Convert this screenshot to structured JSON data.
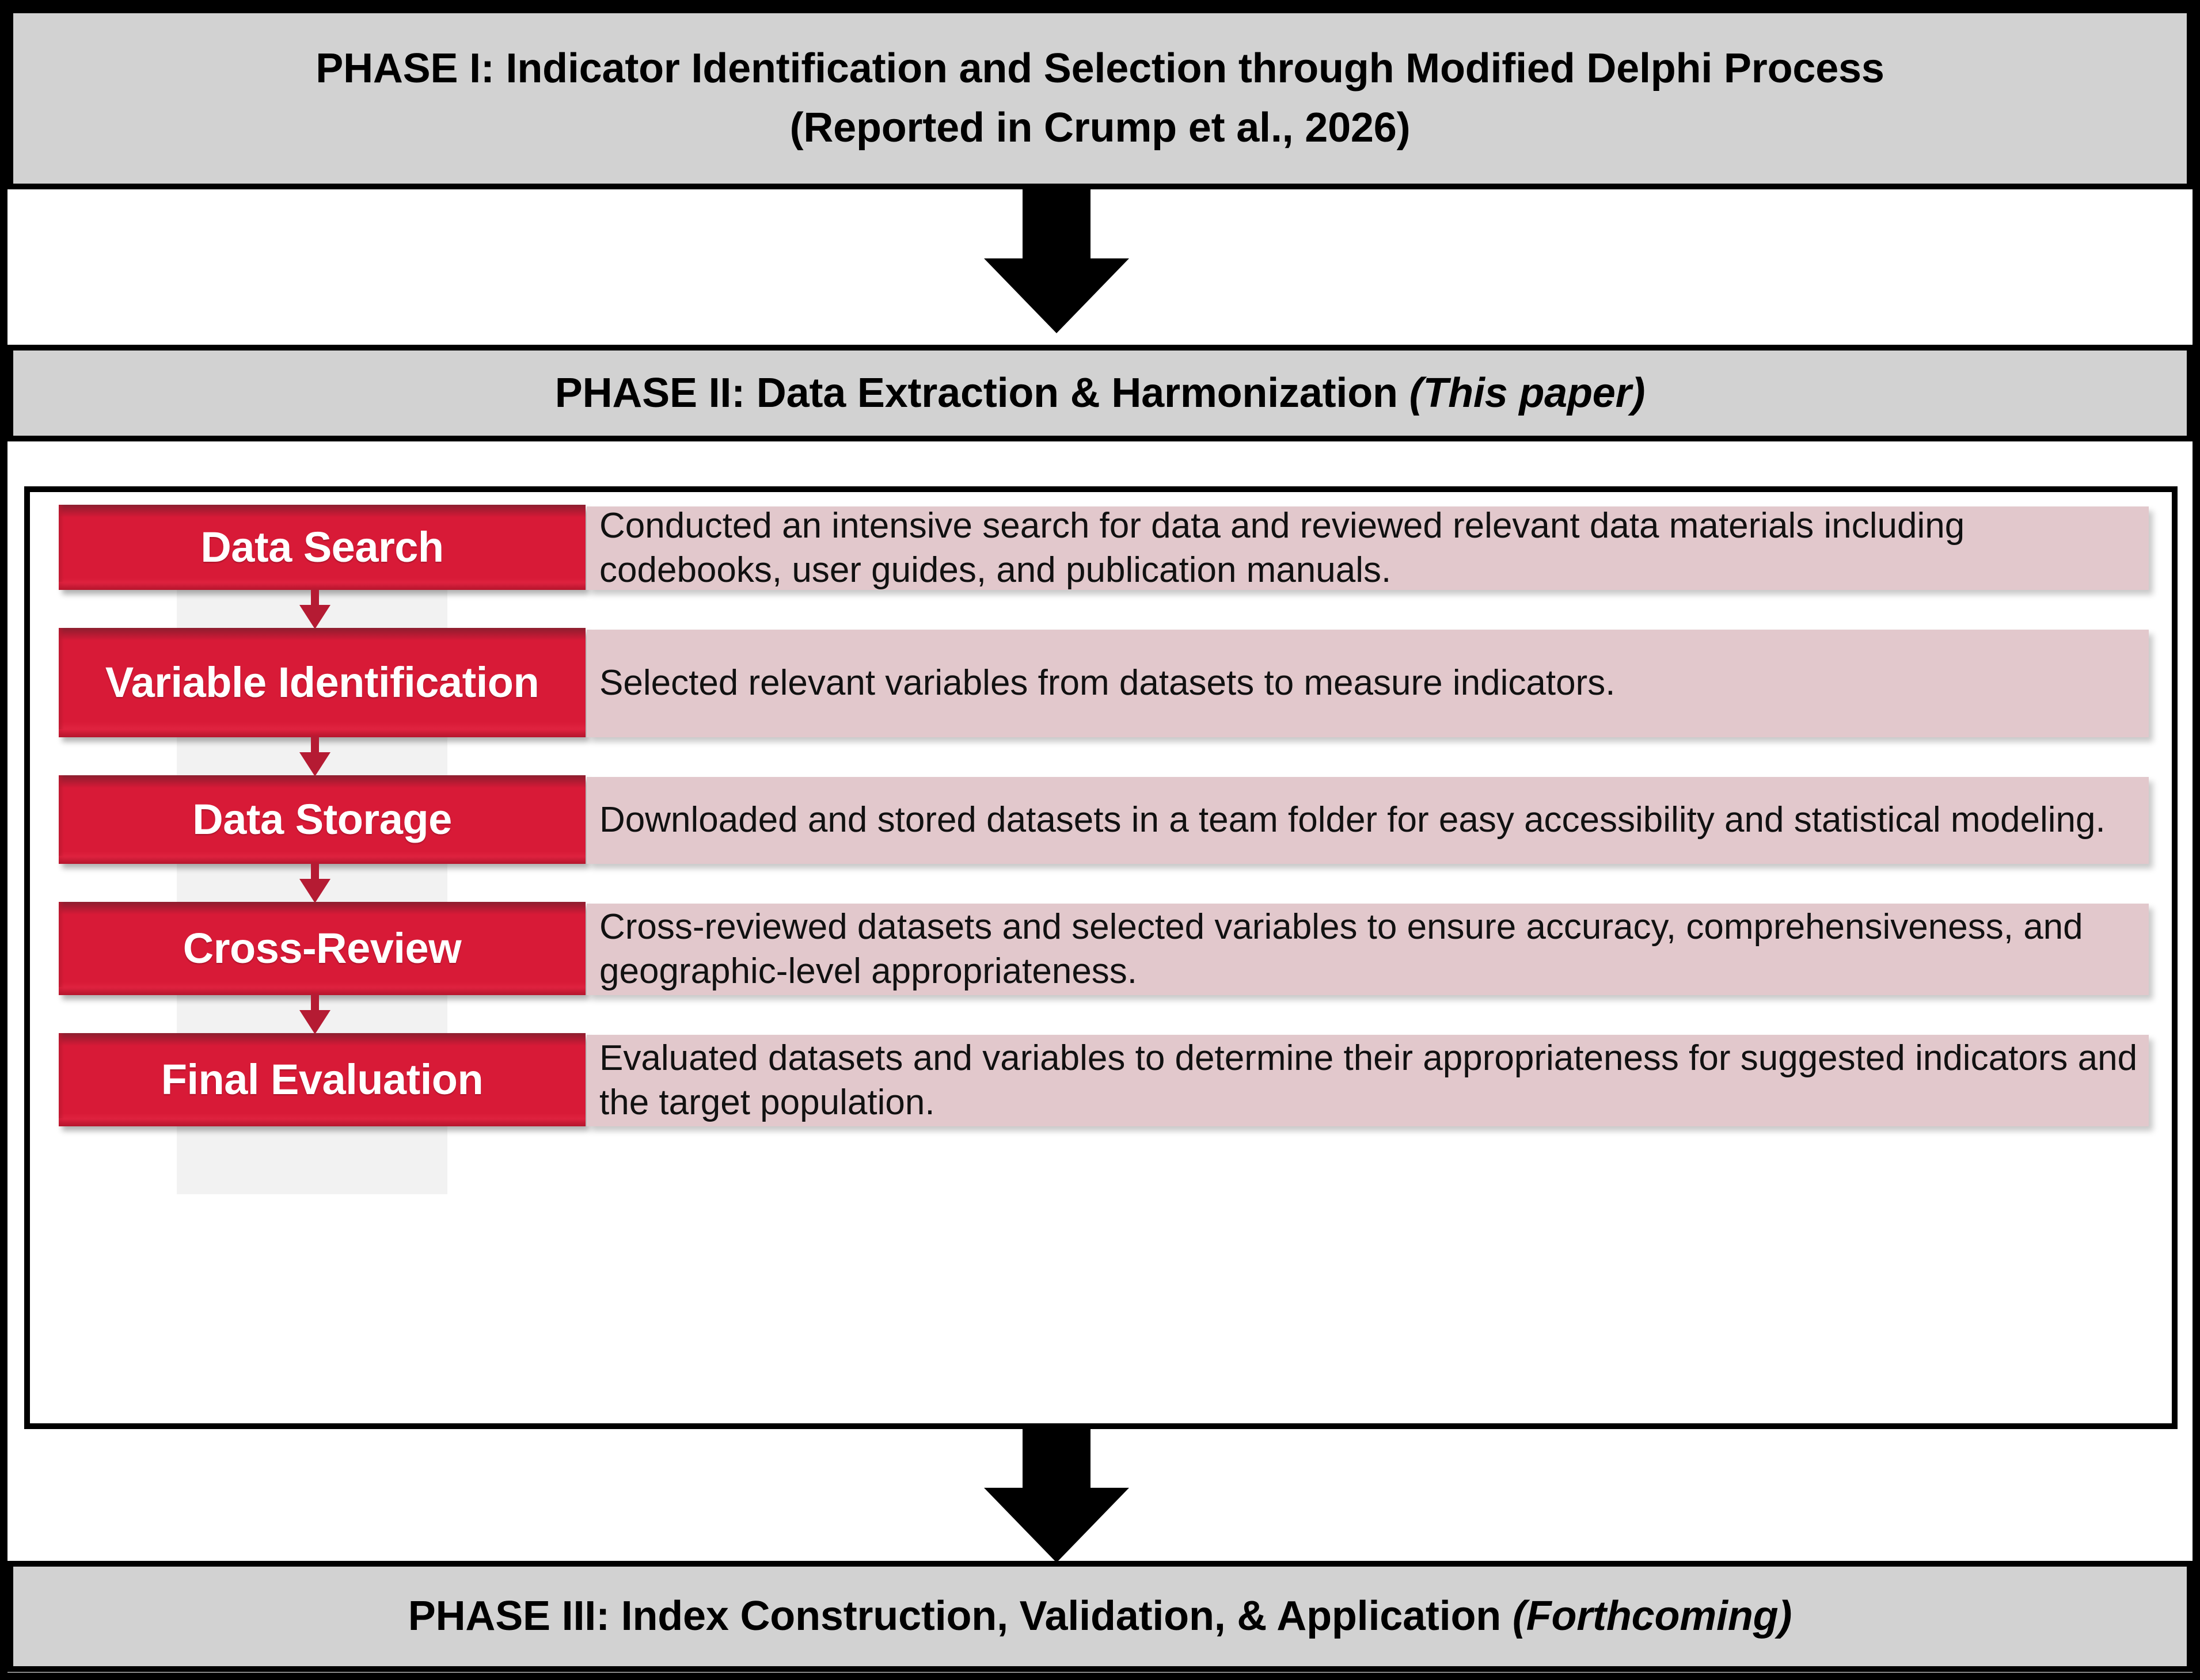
{
  "colors": {
    "banner_gray": "#d2d2d2",
    "step_red": "#d81a37",
    "step_red_dark": "#8d1f2f",
    "desc_pink": "#e2c8cc",
    "arrow_black": "#000000",
    "mini_arrow_red": "#b51b33",
    "text_black": "#000000",
    "label_white": "#ffffff"
  },
  "phase1": {
    "line1": "PHASE I: Indicator Identification and Selection through Modified Delphi Process",
    "line2": "(Reported in Crump et al., 2026)"
  },
  "phase2": {
    "title_main": "PHASE II: Data Extraction & Harmonization ",
    "title_italic": "(This paper)",
    "steps": [
      {
        "label": "Data Search",
        "description": "Conducted an intensive search for data and reviewed relevant data materials including codebooks, user guides, and publication manuals."
      },
      {
        "label": "Variable Identification",
        "description": "Selected relevant variables from datasets to measure indicators."
      },
      {
        "label": "Data Storage",
        "description": "Downloaded and stored datasets in a team folder for easy accessibility and statistical modeling."
      },
      {
        "label": "Cross-Review",
        "description": "Cross-reviewed datasets and selected variables to ensure accuracy, comprehensiveness, and geographic-level appropriateness."
      },
      {
        "label": "Final Evaluation",
        "description": "Evaluated datasets and variables to determine their appropriateness for suggested indicators and the target population."
      }
    ]
  },
  "phase3": {
    "title_main": "PHASE III: Index Construction, Validation, & Application ",
    "title_italic": "(Forthcoming)"
  },
  "connectors": {
    "phase1_to_phase2": "down-block-arrow",
    "phase2_to_phase3": "down-block-arrow",
    "step_links": [
      "down-arrow",
      "down-arrow",
      "down-arrow",
      "down-arrow"
    ]
  }
}
